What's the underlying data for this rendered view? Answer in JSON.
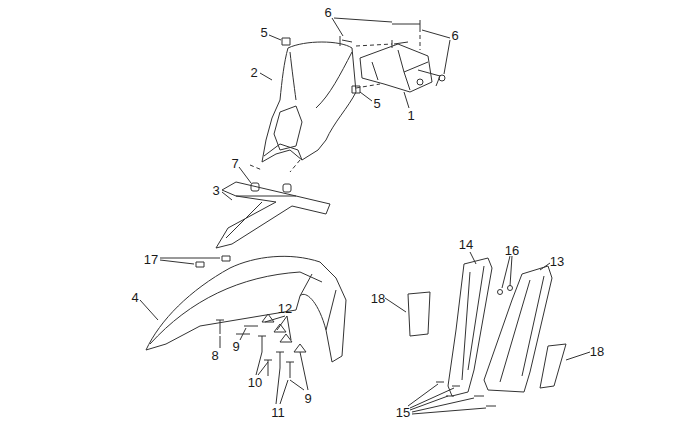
{
  "diagram": {
    "labels": [
      "6",
      "6",
      "5",
      "2",
      "5",
      "1",
      "7",
      "3",
      "17",
      "14",
      "16",
      "13",
      "4",
      "12",
      "18",
      "18",
      "9",
      "8",
      "10",
      "9",
      "11",
      "15"
    ]
  }
}
